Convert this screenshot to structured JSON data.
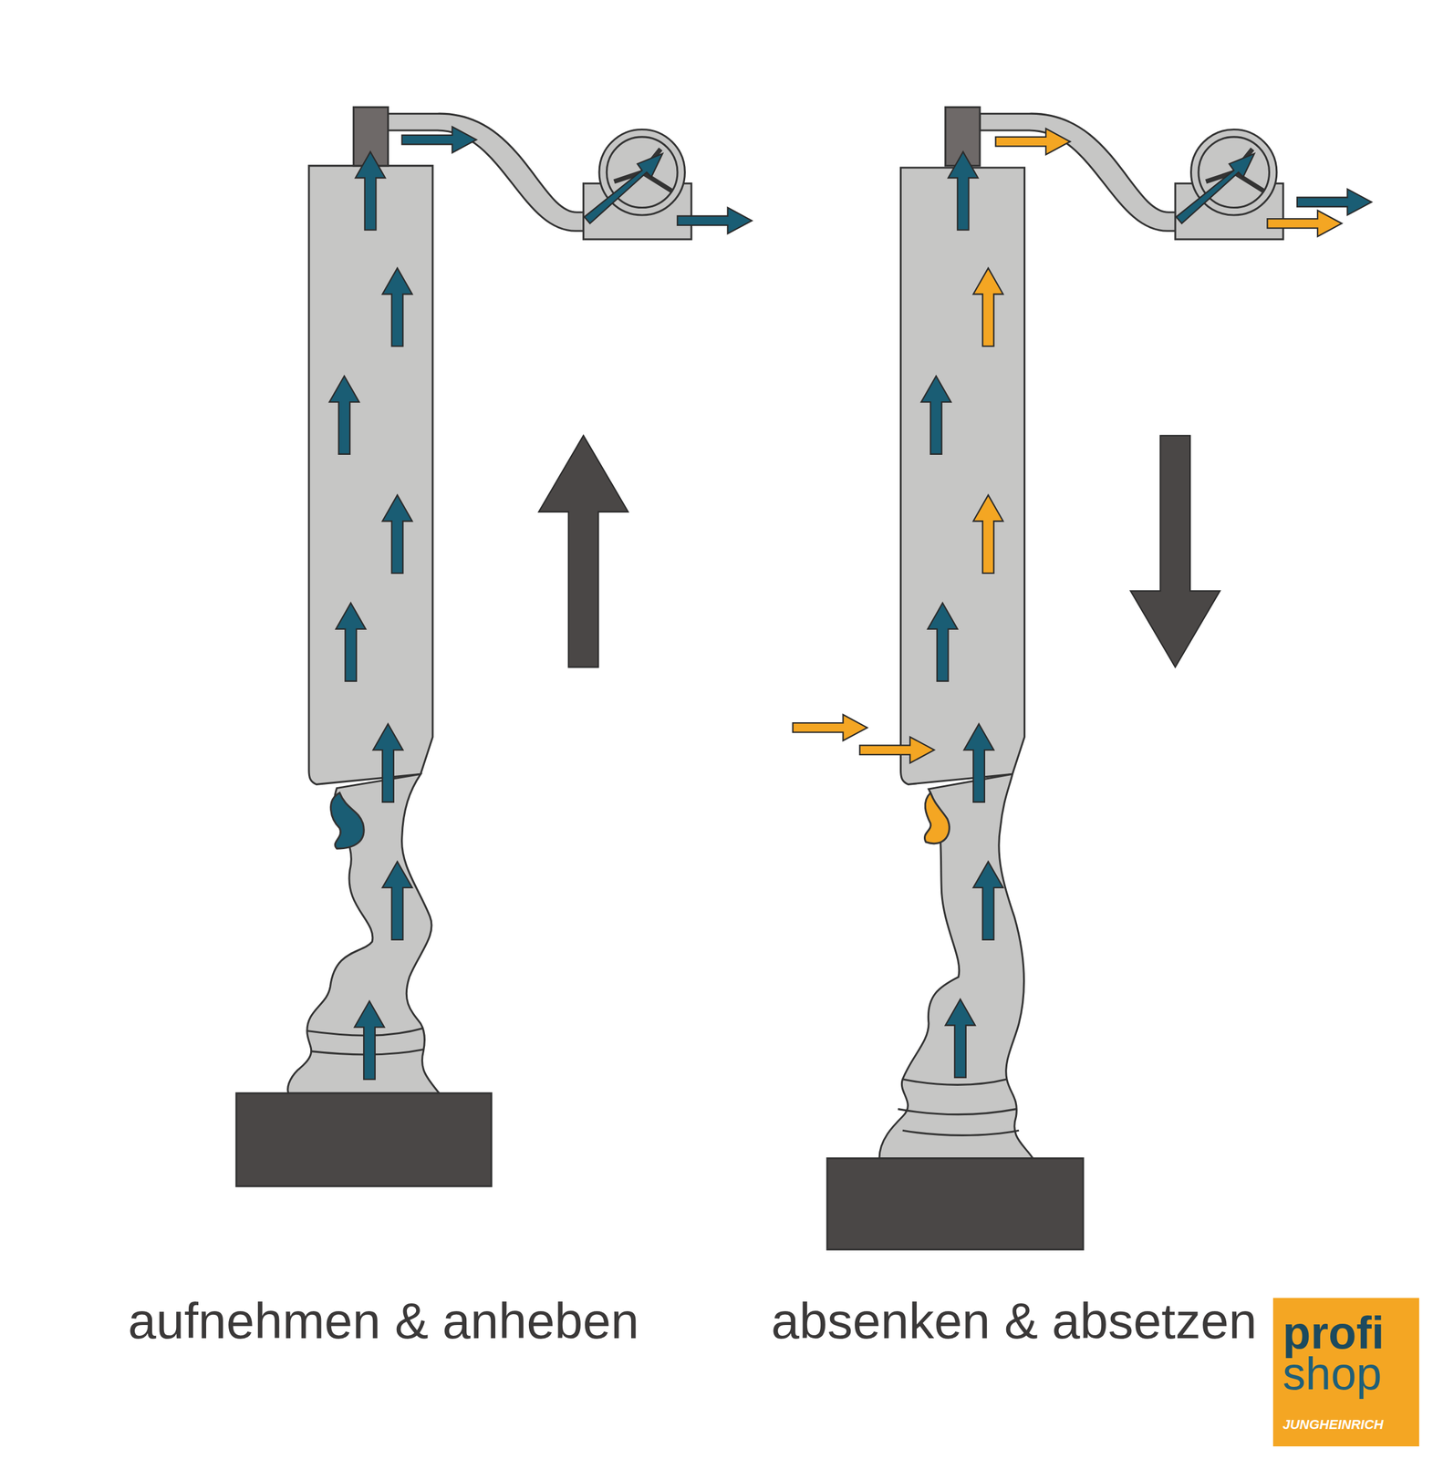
{
  "diagram": {
    "nodes": [
      {
        "text": [
          "profi",
          "shop",
          "JUNGHEINRICH"
        ]
      }
    ],
    "labels": [
      "aufnehmen & anheben",
      "absenken & absetzen"
    ]
  }
}
